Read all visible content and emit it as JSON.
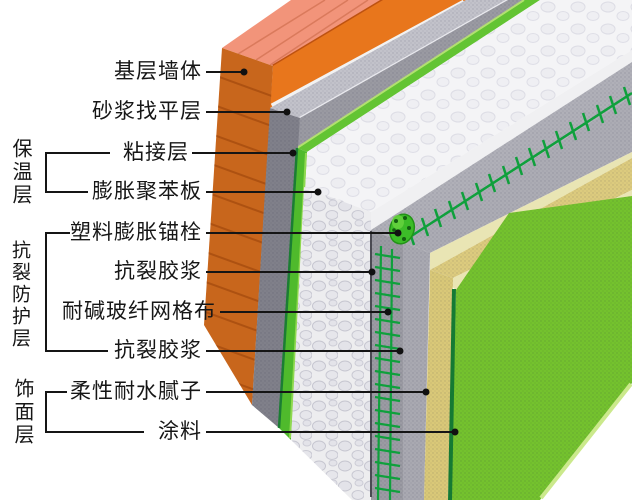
{
  "labels": {
    "base_wall": "基层墙体",
    "mortar_leveling": "砂浆找平层",
    "bonding_layer": "粘接层",
    "eps_board": "膨胀聚苯板",
    "plastic_anchor": "塑料膨胀锚栓",
    "crack_mortar_top": "抗裂胶浆",
    "fiberglass_mesh": "耐碱玻纤网格布",
    "crack_mortar_bottom": "抗裂胶浆",
    "flexible_putty": "柔性耐水腻子",
    "coating": "涂料"
  },
  "groups": {
    "insulation": "保温层",
    "crack_protection": "抗裂防护层",
    "finish": "饰面层"
  },
  "colors": {
    "background": "#FFFFFF",
    "label_text": "#161616",
    "annotation_line": "#151515",
    "brick_front": "#C8661C",
    "brick_top": "#F2947A",
    "brick_end": "#E8761C",
    "brick_joint": "#A84E10",
    "mortar_front": "#80808A",
    "mortar_top": "#C2C2CA",
    "mortar_end": "#9A9AA2",
    "adhesive_green": "#4FBA2C",
    "adhesive_band": "#63C433",
    "foam_white": "#EFEFF1",
    "crack_mortar_front": "#9B9BA3",
    "crack_mortar_band": "#B0B0B8",
    "crack_mortar2_front": "#A9A9B1",
    "crack_mortar2_band": "#ACACB4",
    "mesh_green": "#0FA03C",
    "anchor_green": "#3CBC28",
    "putty_tan": "#D9C878",
    "putty_band": "#DCCB7E",
    "cream_edge": "#E9E5B4",
    "coating_green": "#74C22E",
    "coating_edge_light": "#CBE98C",
    "coating_edge_dark": "#157A33"
  }
}
